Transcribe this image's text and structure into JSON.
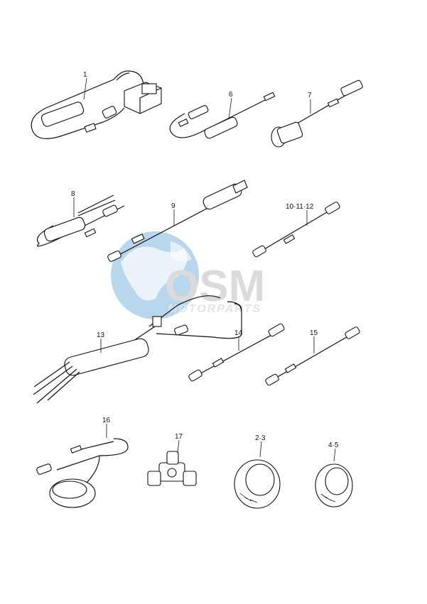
{
  "parts": [
    {
      "id": "part-1",
      "label": "1"
    },
    {
      "id": "part-6",
      "label": "6"
    },
    {
      "id": "part-7",
      "label": "7"
    },
    {
      "id": "part-8",
      "label": "8"
    },
    {
      "id": "part-9",
      "label": "9"
    },
    {
      "id": "part-10-11-12",
      "label": "10·11·12"
    },
    {
      "id": "part-13",
      "label": "13"
    },
    {
      "id": "part-14",
      "label": "14"
    },
    {
      "id": "part-15",
      "label": "15"
    },
    {
      "id": "part-16",
      "label": "16"
    },
    {
      "id": "part-17",
      "label": "17"
    },
    {
      "id": "part-2-3",
      "label": "2·3"
    },
    {
      "id": "part-4-5",
      "label": "4·5"
    }
  ],
  "watermark": {
    "logo_text": "OSM",
    "sub_text": "MOTORPARTS",
    "globe_color": "#7fb8de",
    "text_color": "#c9c9c9"
  }
}
